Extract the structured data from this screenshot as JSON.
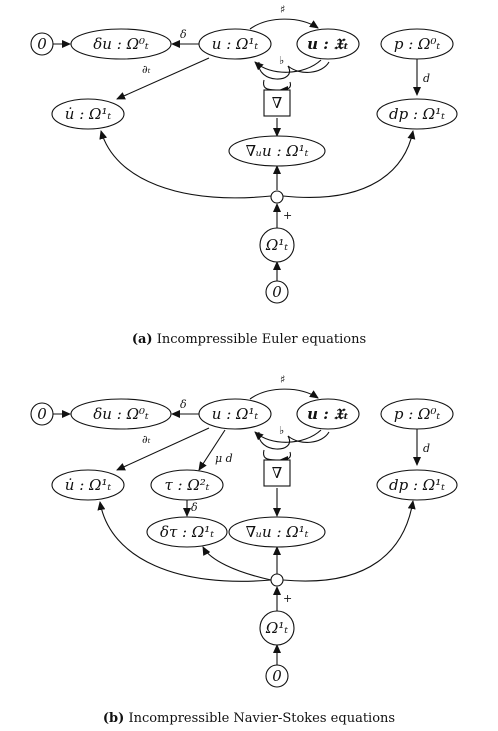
{
  "panel_a": {
    "caption_tag": "(a)",
    "caption_text": " Incompressible Euler equations",
    "nodes": {
      "zero_left": "0",
      "du": "δu : Ω⁰ₜ",
      "u": "u : Ω¹ₜ",
      "ubold": "u : 𝔛ₜ",
      "p": "p : Ω⁰ₜ",
      "udot": "u̇ : Ω¹ₜ",
      "nabla": "∇",
      "dp": "dp : Ω¹ₜ",
      "nablauu": "∇ᵤu : Ω¹ₜ",
      "omega": "Ω¹ₜ",
      "zero_bottom": "0"
    },
    "edge_labels": {
      "delta": "δ",
      "sharp": "♯",
      "flat": "♭",
      "dt": "∂ₜ",
      "d": "d",
      "plus": "+"
    }
  },
  "panel_b": {
    "caption_tag": "(b)",
    "caption_text": " Incompressible Navier-Stokes equations",
    "nodes": {
      "zero_left": "0",
      "du": "δu : Ω⁰ₜ",
      "u": "u : Ω¹ₜ",
      "ubold": "u : 𝔛ₜ",
      "p": "p : Ω⁰ₜ",
      "udot": "u̇ : Ω¹ₜ",
      "tau": "τ : Ω²ₜ",
      "nabla": "∇",
      "dp": "dp : Ω¹ₜ",
      "dtau": "δτ : Ω¹ₜ",
      "nablauu": "∇ᵤu : Ω¹ₜ",
      "omega": "Ω¹ₜ",
      "zero_bottom": "0"
    },
    "edge_labels": {
      "delta": "δ",
      "sharp": "♯",
      "flat": "♭",
      "dt": "∂ₜ",
      "mud": "μ d",
      "delta2": "δ",
      "d": "d",
      "plus": "+"
    }
  }
}
